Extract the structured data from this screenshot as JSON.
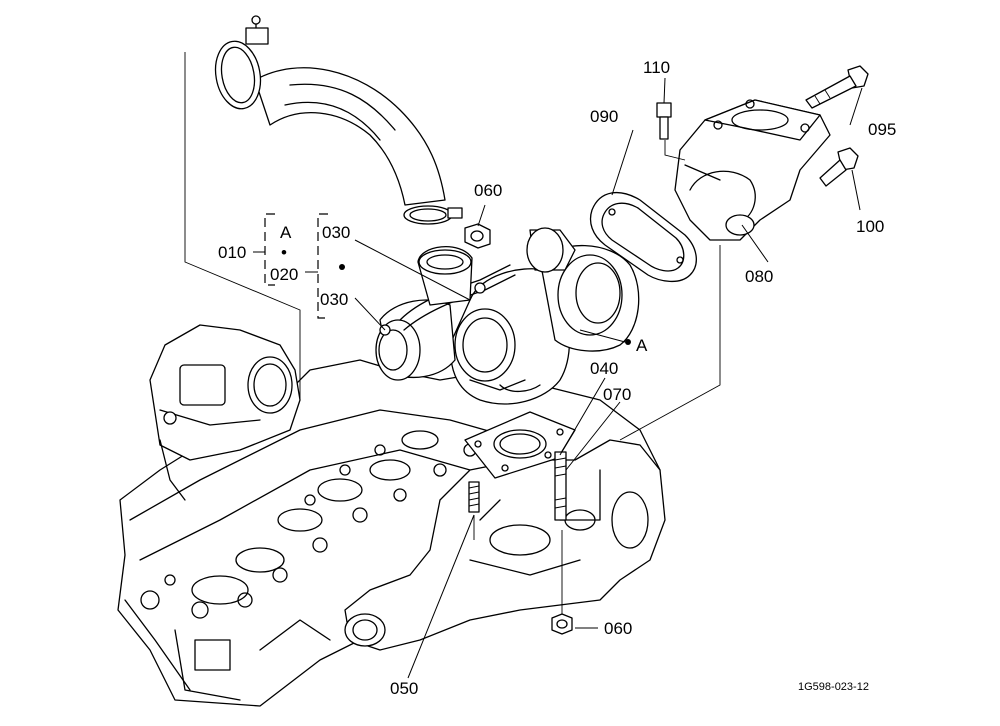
{
  "drawing_code": "1G598-023-12",
  "group": {
    "num": "010",
    "letter": "A",
    "dot": "•",
    "sub": "020"
  },
  "callouts": {
    "p030a": "030",
    "p030b": "030",
    "p060a": "060",
    "p060b": "060",
    "p040": "040",
    "p050": "050",
    "p070": "070",
    "p080": "080",
    "p090": "090",
    "p095": "095",
    "p100": "100",
    "p110": "110",
    "refA": "A"
  },
  "colors": {
    "line": "#000000",
    "background": "#ffffff"
  }
}
